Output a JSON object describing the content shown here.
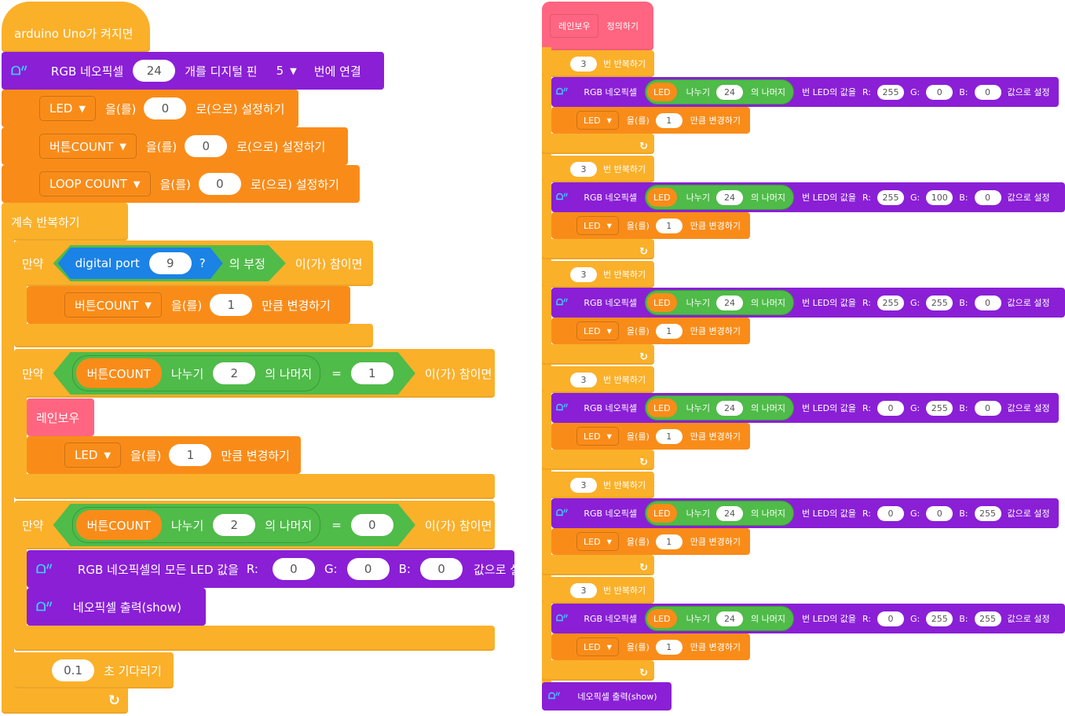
{
  "left": {
    "hat_label": "arduino Uno가 켜지면",
    "init": {
      "prefix": "RGB 네오픽셀",
      "count": "24",
      "mid": "개를 디지털 핀",
      "pin": "5",
      "suffix": "번에 연결"
    },
    "sets": [
      {
        "var": "LED",
        "mid": "을(를)",
        "value": "0",
        "suffix": "로(으로) 설정하기"
      },
      {
        "var": "버튼COUNT",
        "mid": "을(를)",
        "value": "0",
        "suffix": "로(으로) 설정하기"
      },
      {
        "var": "LOOP COUNT",
        "mid": "을(를)",
        "value": "0",
        "suffix": "로(으로) 설정하기"
      }
    ],
    "forever_label": "계속 반복하기",
    "if_label": "만약",
    "then_label": "이(가) 참이면",
    "if1": {
      "port_label": "digital port",
      "port_value": "9",
      "q": "?",
      "not_label": "의 부정"
    },
    "change1": {
      "var": "버튼COUNT",
      "mid": "을(를)",
      "value": "1",
      "suffix": "만큼 변경하기"
    },
    "if2": {
      "var": "버튼COUNT",
      "div": "나누기",
      "divisor": "2",
      "mod": "의 나머지",
      "eq": "=",
      "rhs": "1"
    },
    "rainbow_call": "레인보우",
    "change2": {
      "var": "LED",
      "mid": "을(를)",
      "value": "1",
      "suffix": "만큼 변경하기"
    },
    "if3": {
      "var": "버튼COUNT",
      "div": "나누기",
      "divisor": "2",
      "mod": "의 나머지",
      "eq": "=",
      "rhs": "0"
    },
    "setall": {
      "label": "RGB 네오픽셀의 모든 LED 값을",
      "r_label": "R:",
      "r": "0",
      "g_label": "G:",
      "g": "0",
      "b_label": "B:",
      "b": "0",
      "suffix": "값으로 설정"
    },
    "show_label": "네오픽셀 출력(show)",
    "wait": {
      "value": "0.1",
      "suffix": "초 기다리기"
    },
    "loop_arrow": "↻"
  },
  "right": {
    "define_name": "레인보우",
    "define_label": "정의하기",
    "repeat_label": "번 반복하기",
    "px_label": "RGB 네오픽셀",
    "led_var": "LED",
    "div_label": "나누기",
    "mod_label": "의 나머지",
    "led_value_label": "번 LED의 값을",
    "r_label": "R:",
    "g_label": "G:",
    "b_label": "B:",
    "suffix": "값으로 설정",
    "change_mid": "을(를)",
    "change_suffix": "만큼 변경하기",
    "show_label": "네오픽셀 출력(show)",
    "loop_arrow": "↻",
    "groups": [
      {
        "times": "3",
        "divisor": "24",
        "r": "255",
        "g": "0",
        "b": "0",
        "step": "1"
      },
      {
        "times": "3",
        "divisor": "24",
        "r": "255",
        "g": "100",
        "b": "0",
        "step": "1"
      },
      {
        "times": "3",
        "divisor": "24",
        "r": "255",
        "g": "255",
        "b": "0",
        "step": "1"
      },
      {
        "times": "3",
        "divisor": "24",
        "r": "0",
        "g": "255",
        "b": "0",
        "step": "1"
      },
      {
        "times": "3",
        "divisor": "24",
        "r": "0",
        "g": "0",
        "b": "255",
        "step": "1"
      },
      {
        "times": "3",
        "divisor": "24",
        "r": "0",
        "g": "255",
        "b": "255",
        "step": "1"
      }
    ]
  },
  "colors": {
    "control": "#fbb02a",
    "variable": "#f98c19",
    "neopixel": "#8a1fd6",
    "function": "#ff6580",
    "operator": "#4fbb49",
    "sensor": "#1b82e6"
  },
  "icons": [
    "neopixel-icon",
    "dropdown-arrow-icon",
    "loop-arrow-icon"
  ]
}
